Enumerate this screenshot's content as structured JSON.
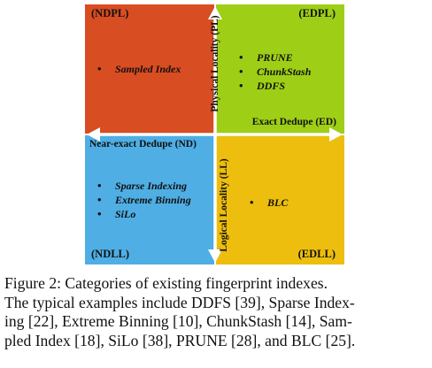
{
  "diagram": {
    "colors": {
      "ndpl": "#d94d22",
      "edpl": "#9ecf16",
      "ndll": "#4faee4",
      "edll": "#edbe0d",
      "axis": "#ffffff"
    },
    "quadrants": {
      "ndpl": {
        "corner": "(NDPL)",
        "items": [
          "Sampled Index"
        ]
      },
      "edpl": {
        "corner": "(EDPL)",
        "items": [
          "PRUNE",
          "ChunkStash",
          "DDFS"
        ]
      },
      "ndll": {
        "corner": "(NDLL)",
        "items": [
          "Sparse Indexing",
          "Extreme Binning",
          "SiLo"
        ]
      },
      "edll": {
        "corner": "(EDLL)",
        "items": [
          "BLC"
        ]
      }
    },
    "axes": {
      "physical_locality": "Physical Locality (PL)",
      "logical_locality": "Logical Locality (LL)",
      "exact_dedupe": "Exact Dedupe (ED)",
      "near_exact_dedupe": "Near-exact Dedupe (ND)"
    }
  },
  "caption": {
    "line1": "Figure 2: Categories of existing fingerprint indexes.",
    "line2": "The typical examples include DDFS [39], Sparse Index-",
    "line3": "ing [22], Extreme Binning [10], ChunkStash [14], Sam-",
    "line4": "pled Index [18], SiLo [38], PRUNE [28], and BLC [25]."
  }
}
